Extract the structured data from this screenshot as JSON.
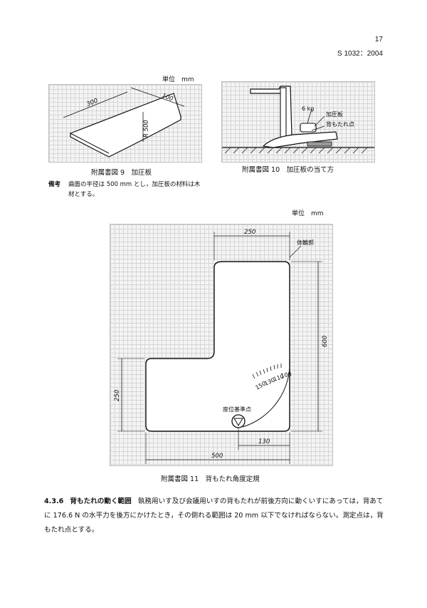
{
  "header": {
    "page_number": "17",
    "standard": "S 1032：2004"
  },
  "figure9": {
    "unit": "単位　mm",
    "dim_length": "300",
    "dim_width": "100",
    "dim_radius": "R 500",
    "caption": "附属書図 9　加圧板",
    "note_label": "備考",
    "note_text": "曲面の半径は 500 mm とし，加圧板の材料は木材とする。"
  },
  "figure10": {
    "load_label": "6 kg",
    "plate_label": "加圧板",
    "point_label": "背もたれ点",
    "caption": "附属書図 10　加圧板の当て方"
  },
  "figure11": {
    "unit": "単位　mm",
    "dim_top": "250",
    "contour_label": "体輪郭",
    "dim_height": "600",
    "dim_left": "250",
    "dim_seat": "130",
    "dim_bottom": "500",
    "seat_point_label": "座位基準点",
    "scale_ticks": [
      "150",
      "130",
      "110",
      "100"
    ],
    "caption": "附属書図 11　背もたれ角度定規"
  },
  "section": {
    "number": "4.3.6",
    "title": "背もたれの動く範囲",
    "text": "執務用いす及び会議用いすの背もたれが前後方向に動くいすにあっては，背あてに 176.6 N の水平力を後方にかけたとき，その倒れる範囲は 20 mm 以下でなければならない。測定点は，背もたれ点とする。"
  }
}
